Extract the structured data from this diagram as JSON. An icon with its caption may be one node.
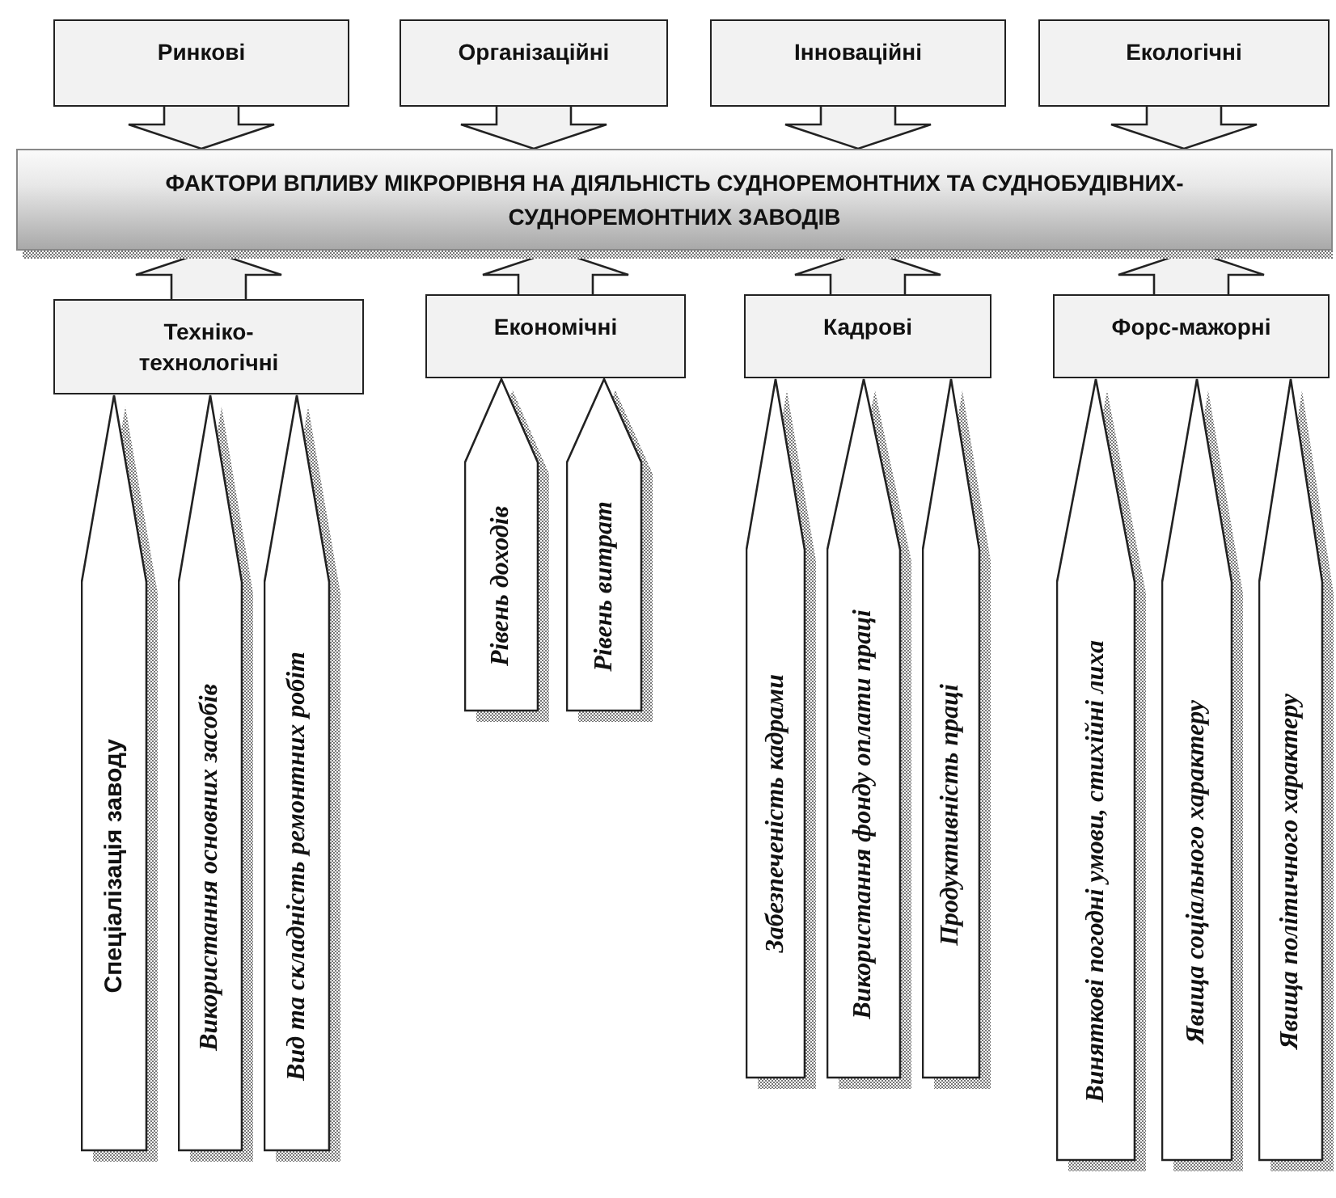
{
  "diagram": {
    "nodes": [
      {
        "text": [
          "Ринкові"
        ]
      },
      {
        "text": [
          "Організаційні"
        ]
      },
      {
        "text": [
          "Інноваційні"
        ]
      },
      {
        "text": [
          "Екологічні"
        ]
      },
      {
        "text": [
          "ФАКТОРИ ВПЛИВУ МІКРОРІВНЯ НА ДІЯЛЬНІСТЬ СУДНОРЕМОНТНИХ ТА СУДНОБУДІВНИХ-СУДНОРЕМОНТНИХ ЗАВОДІВ"
        ]
      },
      {
        "text": [
          "Техніко-технологічні"
        ]
      },
      {
        "text": [
          "Економічні"
        ]
      },
      {
        "text": [
          "Кадрові"
        ]
      },
      {
        "text": [
          "Форс-мажорні"
        ]
      },
      {
        "text": [
          "Спеціалізація заводу"
        ]
      },
      {
        "text": [
          "Використання основних засобів"
        ]
      },
      {
        "text": [
          "Вид та складність ремонтних робіт"
        ]
      },
      {
        "text": [
          "Рівень доходів"
        ]
      },
      {
        "text": [
          "Рівень витрат"
        ]
      },
      {
        "text": [
          "Забезпеченість кадрами"
        ]
      },
      {
        "text": [
          "Використання фонду оплати праці"
        ]
      },
      {
        "text": [
          "Продуктивність праці"
        ]
      },
      {
        "text": [
          "Виняткові погодні умови, стихійні лиха"
        ]
      },
      {
        "text": [
          "Явища соціального характеру"
        ]
      },
      {
        "text": [
          "Явища політичного характеру"
        ]
      }
    ],
    "edges": [
      {
        "from": 0,
        "to": 4,
        "arrow": "to"
      },
      {
        "from": 1,
        "to": 4,
        "arrow": "to"
      },
      {
        "from": 2,
        "to": 4,
        "arrow": "to"
      },
      {
        "from": 3,
        "to": 4,
        "arrow": "to"
      },
      {
        "from": 5,
        "to": 4,
        "arrow": "to"
      },
      {
        "from": 6,
        "to": 4,
        "arrow": "to"
      },
      {
        "from": 7,
        "to": 4,
        "arrow": "to"
      },
      {
        "from": 8,
        "to": 4,
        "arrow": "to"
      }
    ]
  }
}
